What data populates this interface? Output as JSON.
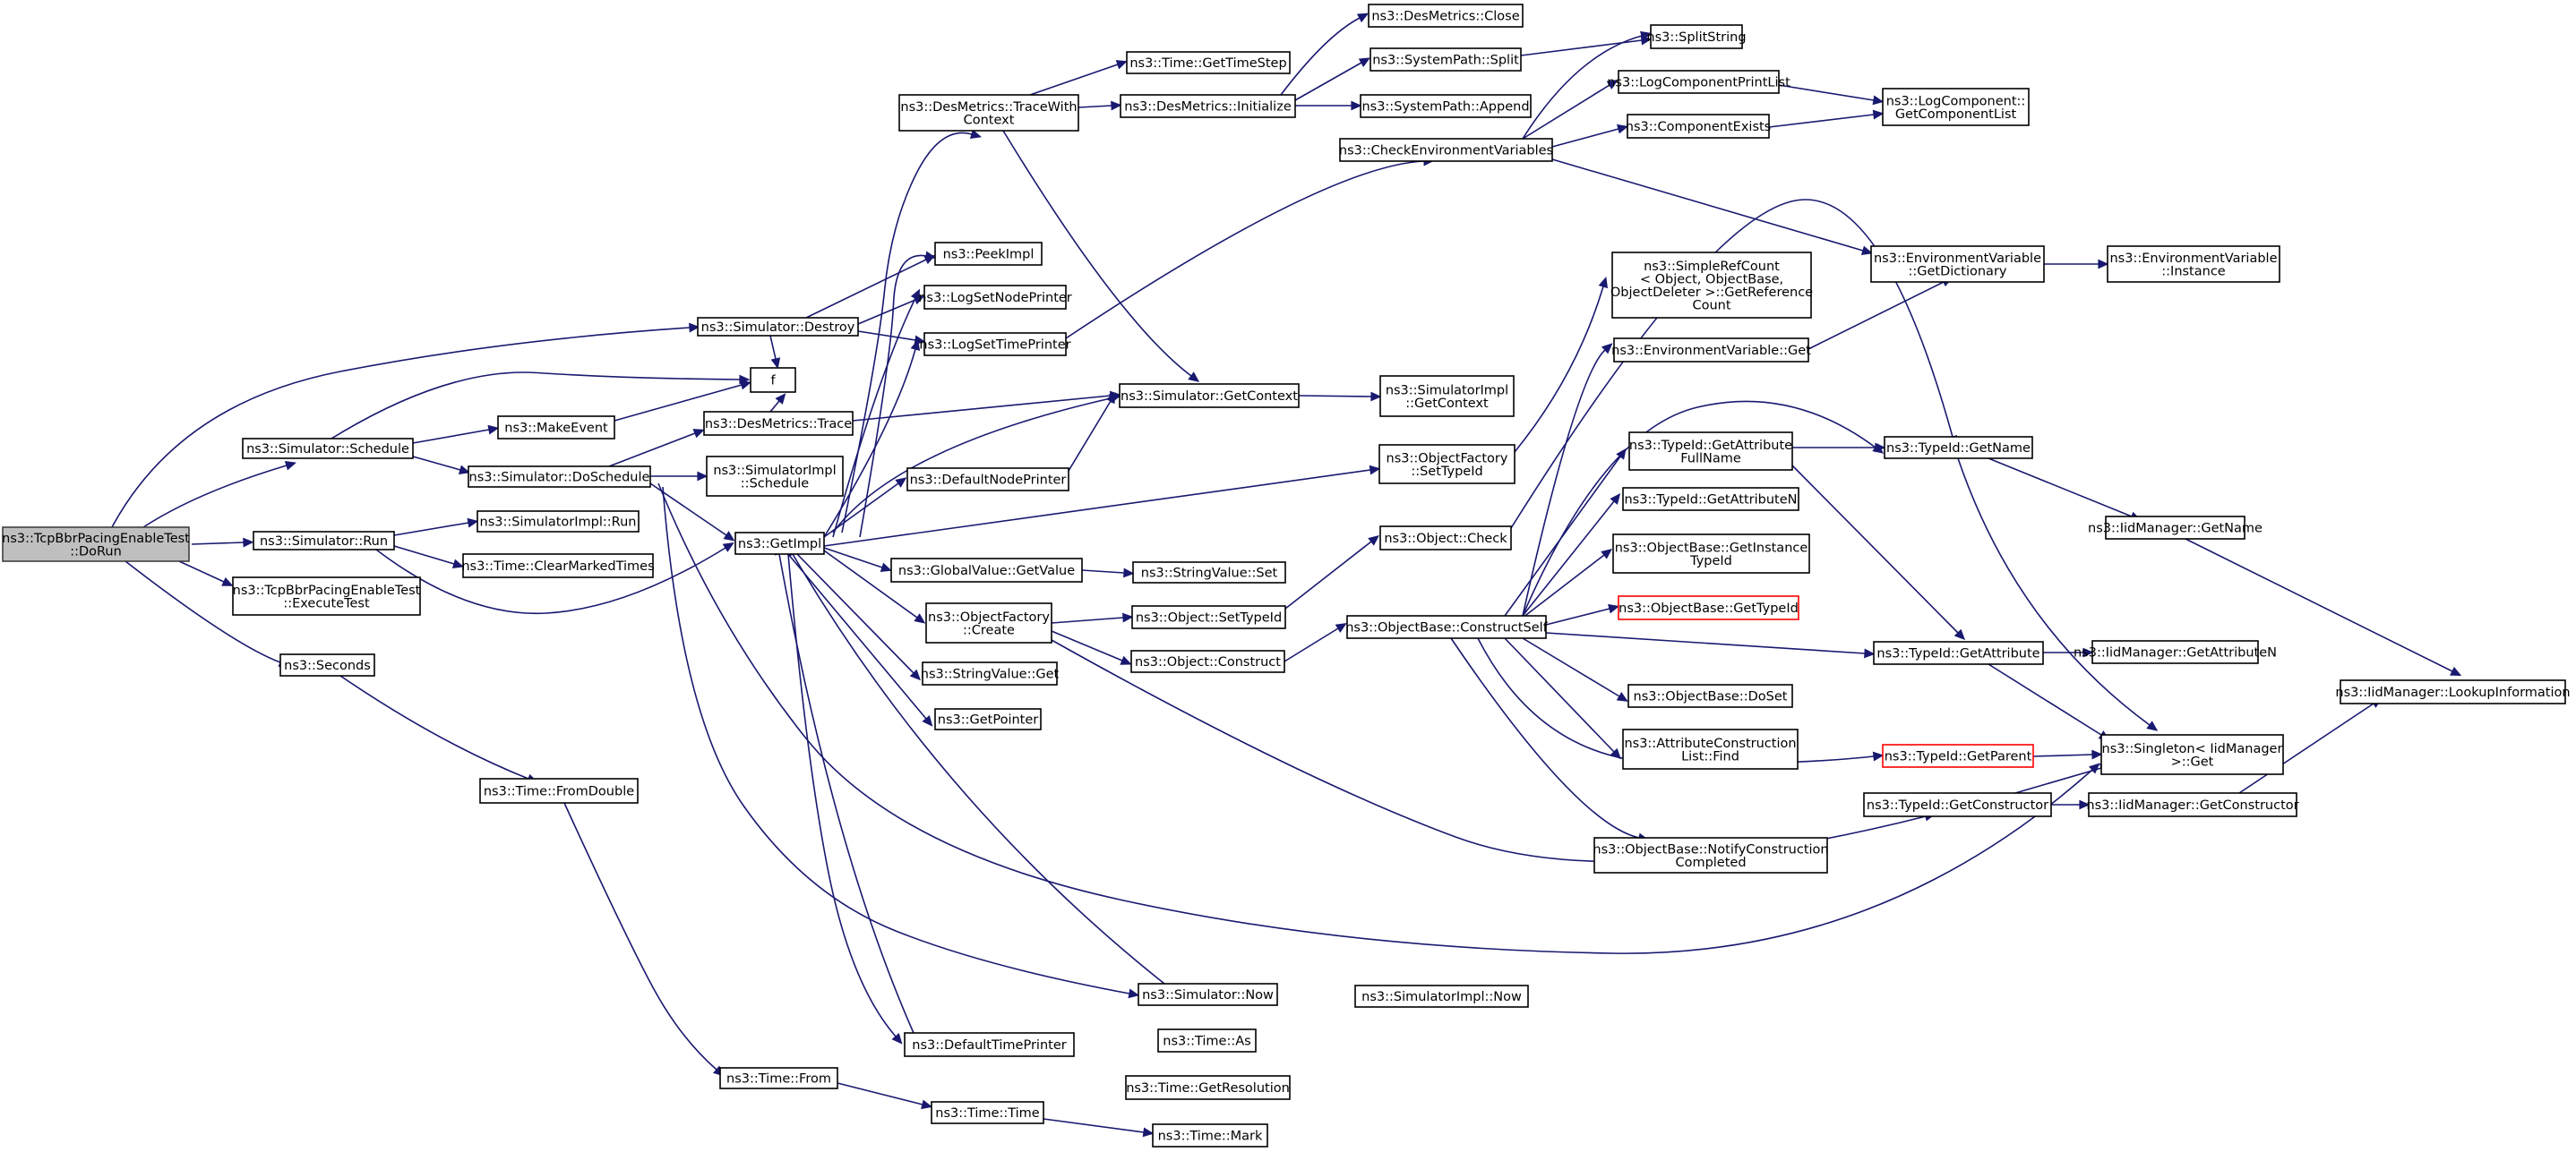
{
  "colors": {
    "edge": "#191970",
    "node_border": "#000000",
    "root_fill": "#bfbfbf",
    "highlight_border": "#ff0000",
    "background": "#ffffff"
  },
  "nodes": [
    {
      "id": "dorun",
      "label": [
        "ns3::TcpBbrPacingEnableTest",
        "::DoRun"
      ],
      "kind": "root"
    },
    {
      "id": "destroy",
      "label": [
        "ns3::Simulator::Destroy"
      ]
    },
    {
      "id": "schedule",
      "label": [
        "ns3::Simulator::Schedule"
      ]
    },
    {
      "id": "run",
      "label": [
        "ns3::Simulator::Run"
      ]
    },
    {
      "id": "executetest",
      "label": [
        "ns3::TcpBbrPacingEnableTest",
        "::ExecuteTest"
      ]
    },
    {
      "id": "seconds",
      "label": [
        "ns3::Seconds"
      ]
    },
    {
      "id": "f",
      "label": [
        "f"
      ]
    },
    {
      "id": "makeevent",
      "label": [
        "ns3::MakeEvent"
      ]
    },
    {
      "id": "doschedule",
      "label": [
        "ns3::Simulator::DoSchedule"
      ]
    },
    {
      "id": "simimplrun",
      "label": [
        "ns3::SimulatorImpl::Run"
      ]
    },
    {
      "id": "clearmarked",
      "label": [
        "ns3::Time::ClearMarkedTimes"
      ]
    },
    {
      "id": "fromdouble",
      "label": [
        "ns3::Time::FromDouble"
      ]
    },
    {
      "id": "timefrom",
      "label": [
        "ns3::Time::From"
      ]
    },
    {
      "id": "timetime",
      "label": [
        "ns3::Time::Time"
      ]
    },
    {
      "id": "timemark",
      "label": [
        "ns3::Time::Mark"
      ]
    },
    {
      "id": "desmetricstrace",
      "label": [
        "ns3::DesMetrics::Trace"
      ]
    },
    {
      "id": "simimplschedule",
      "label": [
        "ns3::SimulatorImpl",
        "::Schedule"
      ]
    },
    {
      "id": "getimpl",
      "label": [
        "ns3::GetImpl"
      ]
    },
    {
      "id": "tracewithcontext",
      "label": [
        "ns3::DesMetrics::TraceWith",
        "Context"
      ]
    },
    {
      "id": "peekimpl",
      "label": [
        "ns3::PeekImpl"
      ]
    },
    {
      "id": "lognodeprinter",
      "label": [
        "ns3::LogSetNodePrinter"
      ]
    },
    {
      "id": "logtimeprinter",
      "label": [
        "ns3::LogSetTimePrinter"
      ]
    },
    {
      "id": "defaultnodeprinter",
      "label": [
        "ns3::DefaultNodePrinter"
      ]
    },
    {
      "id": "globalvalueget",
      "label": [
        "ns3::GlobalValue::GetValue"
      ]
    },
    {
      "id": "objfactorycreate",
      "label": [
        "ns3::ObjectFactory",
        "::Create"
      ]
    },
    {
      "id": "stringvalueget",
      "label": [
        "ns3::StringValue::Get"
      ]
    },
    {
      "id": "getpointer",
      "label": [
        "ns3::GetPointer"
      ]
    },
    {
      "id": "simnow",
      "label": [
        "ns3::Simulator::Now"
      ]
    },
    {
      "id": "defaulttimeprinter",
      "label": [
        "ns3::DefaultTimePrinter"
      ]
    },
    {
      "id": "gettimestep",
      "label": [
        "ns3::Time::GetTimeStep"
      ]
    },
    {
      "id": "desinit",
      "label": [
        "ns3::DesMetrics::Initialize"
      ]
    },
    {
      "id": "getcontext",
      "label": [
        "ns3::Simulator::GetContext"
      ]
    },
    {
      "id": "stringvalueset",
      "label": [
        "ns3::StringValue::Set"
      ]
    },
    {
      "id": "objsettypeid",
      "label": [
        "ns3::Object::SetTypeId"
      ]
    },
    {
      "id": "objconstruct",
      "label": [
        "ns3::Object::Construct"
      ]
    },
    {
      "id": "simimplnow",
      "label": [
        "ns3::SimulatorImpl::Now"
      ]
    },
    {
      "id": "timeas",
      "label": [
        "ns3::Time::As"
      ]
    },
    {
      "id": "getresolution",
      "label": [
        "ns3::Time::GetResolution"
      ]
    },
    {
      "id": "desclose",
      "label": [
        "ns3::DesMetrics::Close"
      ]
    },
    {
      "id": "pathsplit",
      "label": [
        "ns3::SystemPath::Split"
      ]
    },
    {
      "id": "pathappend",
      "label": [
        "ns3::SystemPath::Append"
      ]
    },
    {
      "id": "checkenv",
      "label": [
        "ns3::CheckEnvironmentVariables"
      ]
    },
    {
      "id": "simimplgetcontext",
      "label": [
        "ns3::SimulatorImpl",
        "::GetContext"
      ]
    },
    {
      "id": "objfactorysettypeid",
      "label": [
        "ns3::ObjectFactory",
        "::SetTypeId"
      ]
    },
    {
      "id": "objcheck",
      "label": [
        "ns3::Object::Check"
      ]
    },
    {
      "id": "constructself",
      "label": [
        "ns3::ObjectBase::ConstructSelf"
      ]
    },
    {
      "id": "splitstring",
      "label": [
        "ns3::SplitString"
      ]
    },
    {
      "id": "logprintlist",
      "label": [
        "ns3::LogComponentPrintList"
      ]
    },
    {
      "id": "compexists",
      "label": [
        "ns3::ComponentExists"
      ]
    },
    {
      "id": "simplerefcount",
      "label": [
        "ns3::SimpleRefCount",
        "< Object, ObjectBase,",
        "ObjectDeleter >::GetReference",
        "Count"
      ]
    },
    {
      "id": "envget",
      "label": [
        "ns3::EnvironmentVariable::Get"
      ]
    },
    {
      "id": "getattrfullname",
      "label": [
        "ns3::TypeId::GetAttribute",
        "FullName"
      ]
    },
    {
      "id": "getattrn",
      "label": [
        "ns3::TypeId::GetAttributeN"
      ]
    },
    {
      "id": "getinsttypeid",
      "label": [
        "ns3::ObjectBase::GetInstance",
        "TypeId"
      ]
    },
    {
      "id": "objbasegettypeid",
      "label": [
        "ns3::ObjectBase::GetTypeId"
      ],
      "kind": "red"
    },
    {
      "id": "doset",
      "label": [
        "ns3::ObjectBase::DoSet"
      ]
    },
    {
      "id": "attrconstructfind",
      "label": [
        "ns3::AttributeConstruction",
        "List::Find"
      ]
    },
    {
      "id": "notifyconstruction",
      "label": [
        "ns3::ObjectBase::NotifyConstruction",
        "Completed"
      ]
    },
    {
      "id": "getcomplist",
      "label": [
        "ns3::LogComponent::",
        "GetComponentList"
      ]
    },
    {
      "id": "envgetdict",
      "label": [
        "ns3::EnvironmentVariable",
        "::GetDictionary"
      ]
    },
    {
      "id": "typeidgetname",
      "label": [
        "ns3::TypeId::GetName"
      ]
    },
    {
      "id": "typeidgetattr",
      "label": [
        "ns3::TypeId::GetAttribute"
      ]
    },
    {
      "id": "typeidgetparent",
      "label": [
        "ns3::TypeId::GetParent"
      ],
      "kind": "red"
    },
    {
      "id": "typeidgetconstructor",
      "label": [
        "ns3::TypeId::GetConstructor"
      ]
    },
    {
      "id": "envinstance",
      "label": [
        "ns3::EnvironmentVariable",
        "::Instance"
      ]
    },
    {
      "id": "iidgetname",
      "label": [
        "ns3::IidManager::GetName"
      ]
    },
    {
      "id": "iidgetattrn",
      "label": [
        "ns3::IidManager::GetAttributeN"
      ]
    },
    {
      "id": "singletonget",
      "label": [
        "ns3::Singleton< IidManager",
        ">::Get"
      ]
    },
    {
      "id": "iidgetconstructor",
      "label": [
        "ns3::IidManager::GetConstructor"
      ]
    },
    {
      "id": "lookupinfo",
      "label": [
        "ns3::IidManager::LookupInformation"
      ]
    }
  ]
}
